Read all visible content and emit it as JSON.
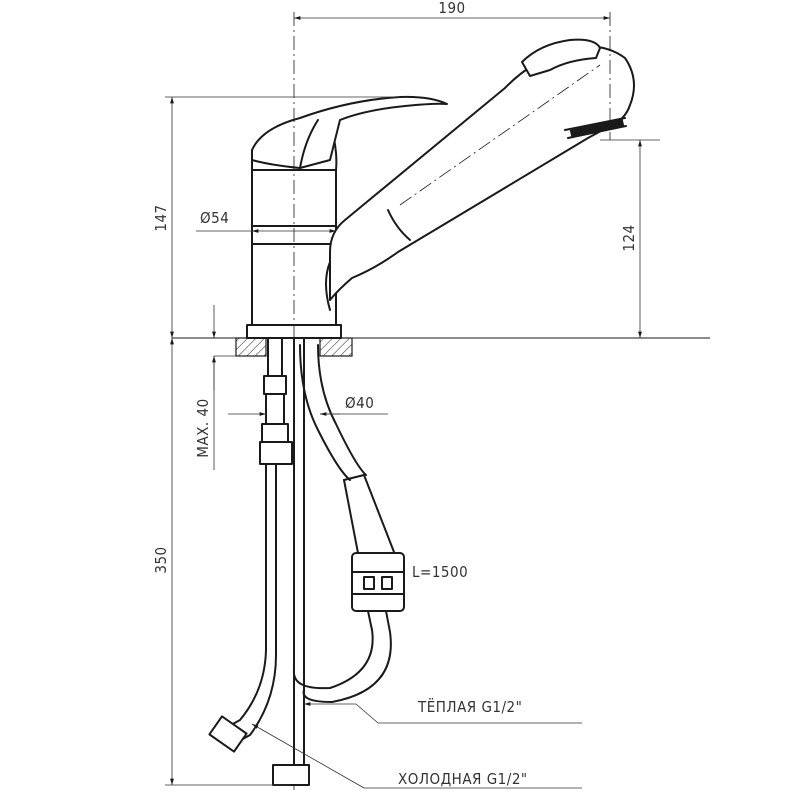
{
  "dimensions": {
    "width_overall": "190",
    "height_faucet": "147",
    "height_spout": "124",
    "diameter_base": "Ø54",
    "diameter_hole": "Ø40",
    "max_thickness": "MAX. 40",
    "hose_length_vertical": "350",
    "hose_length": "L=1500"
  },
  "labels": {
    "warm_inlet": "ТЁПЛАЯ G1/2\"",
    "cold_inlet": "ХОЛОДНАЯ G1/2\""
  },
  "colors": {
    "line": "#1a1a1a",
    "dimension": "#333333",
    "background": "#ffffff"
  }
}
